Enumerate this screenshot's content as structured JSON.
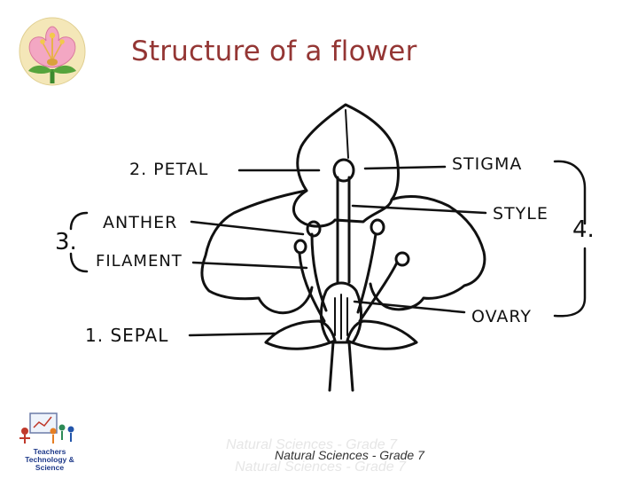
{
  "slide": {
    "title": "Structure of a flower",
    "logo_text_line1": "Teachers",
    "logo_text_line2": "Technology & Science"
  },
  "diagram": {
    "labels": {
      "petal": "2. PETAL",
      "anther": "ANTHER",
      "filament": "FILAMENT",
      "sepal": "1. SEPAL",
      "stigma": "STIGMA",
      "style": "STYLE",
      "ovary": "OVARY",
      "group_stamen": "3.",
      "group_pistil": "4."
    }
  },
  "footer": {
    "text": "Natural Sciences - Grade 7",
    "ghost_top": "Natural Sciences - Grade 7",
    "ghost_bottom": "Natural Sciences - Grade 7"
  },
  "colors": {
    "title": "#943634",
    "ink": "#111111"
  }
}
